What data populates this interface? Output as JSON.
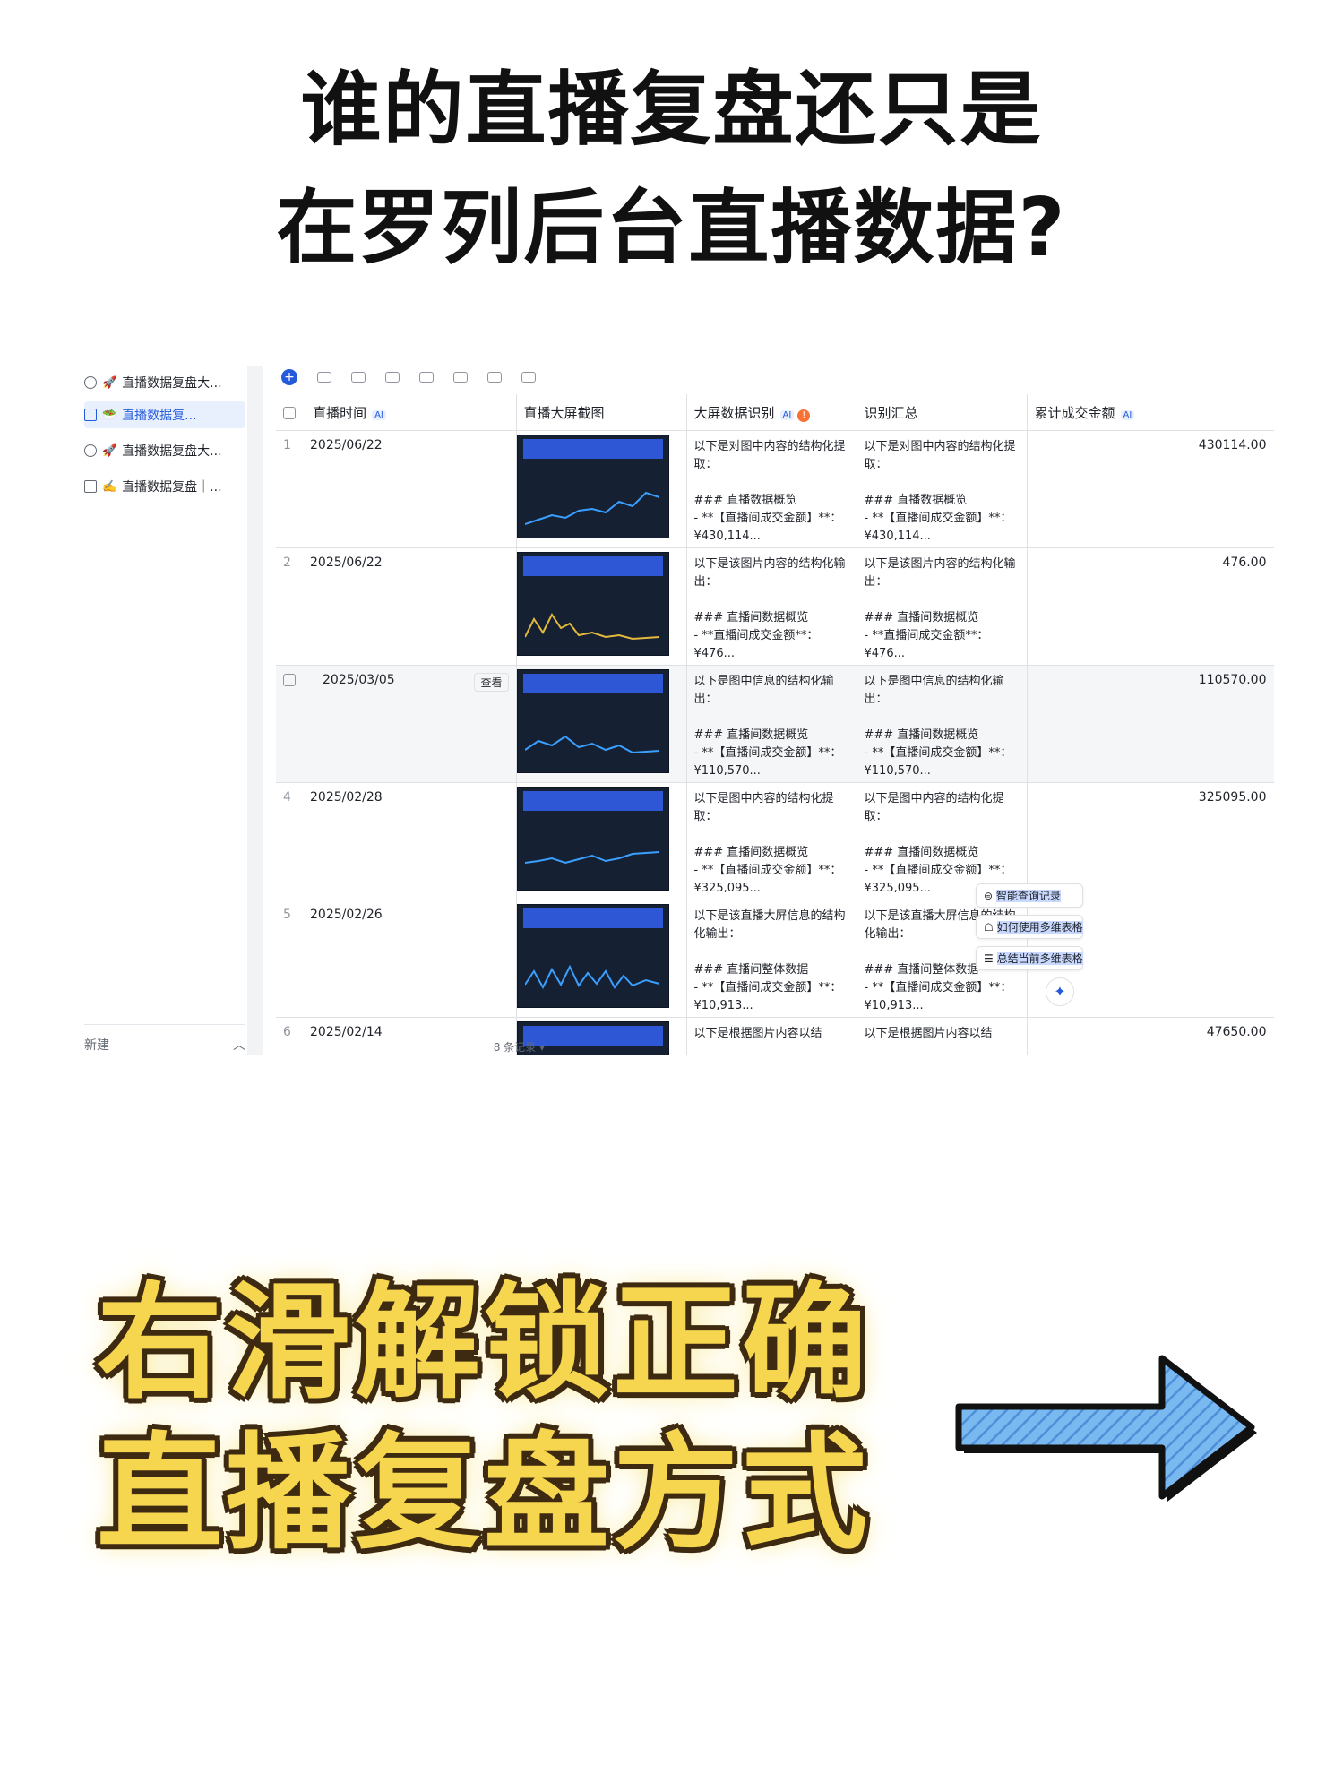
{
  "headline": {
    "line1": "谁的直播复盘还只是",
    "line2": "在罗列后台直播数据?"
  },
  "sidebar": {
    "items": [
      {
        "icon": "clock-icon",
        "emoji": "🚀",
        "label": "直播数据复盘大..."
      },
      {
        "icon": "table-icon",
        "emoji": "🥗",
        "label": "直播数据复...",
        "active": true
      },
      {
        "icon": "clock-icon",
        "emoji": "🚀",
        "label": "直播数据复盘大..."
      },
      {
        "icon": "table-icon",
        "emoji": "✍️",
        "label": "直播数据复盘｜..."
      }
    ],
    "footer_label": "新建",
    "footer_icon": "chevron-up-icon"
  },
  "table": {
    "columns": [
      {
        "label": "直播时间",
        "ai": "AI"
      },
      {
        "label": "直播大屏截图"
      },
      {
        "label": "大屏数据识别",
        "ai": "AI",
        "warn": "!"
      },
      {
        "label": "识别汇总"
      },
      {
        "label": "累计成交金额",
        "ai": "AI"
      }
    ],
    "rows": [
      {
        "num": "1",
        "date": "2025/06/22",
        "recognition": "以下是对图中内容的结构化提取：\n\n### 直播数据概览\n- **【直播间成交金额】**：¥430,114...",
        "summary": "以下是对图中内容的结构化提取：\n\n### 直播数据概览\n- **【直播间成交金额】**：¥430,114...",
        "amount": "430114.00"
      },
      {
        "num": "2",
        "date": "2025/06/22",
        "recognition": "以下是该图片内容的结构化输出：\n\n### 直播间数据概览\n- **直播间成交金额**：¥476...",
        "summary": "以下是该图片内容的结构化输出：\n\n### 直播间数据概览\n- **直播间成交金额**：¥476...",
        "amount": "476.00"
      },
      {
        "num": "",
        "date": "2025/03/05",
        "view": "查看",
        "recognition": "以下是图中信息的结构化输出：\n\n### 直播间数据概览\n- **【直播间成交金额】**：¥110,570...",
        "summary": "以下是图中信息的结构化输出：\n\n### 直播间数据概览\n- **【直播间成交金额】**：¥110,570...",
        "amount": "110570.00"
      },
      {
        "num": "4",
        "date": "2025/02/28",
        "recognition": "以下是图中内容的结构化提取：\n\n### 直播间数据概览\n- **【直播间成交金额】**：¥325,095...",
        "summary": "以下是图中内容的结构化提取：\n\n### 直播间数据概览\n- **【直播间成交金额】**：¥325,095...",
        "amount": "325095.00"
      },
      {
        "num": "5",
        "date": "2025/02/26",
        "recognition": "以下是该直播大屏信息的结构化输出：\n\n### 直播间整体数据\n- **【直播间成交金额】**：¥10,913...",
        "summary": "以下是该直播大屏信息的结构化输出：\n\n### 直播间整体数据\n- **【直播间成交金额】**：¥10,913...",
        "amount": ""
      },
      {
        "num": "6",
        "date": "2025/02/14",
        "recognition": "以下是根据图片内容以结",
        "summary": "以下是根据图片内容以结",
        "amount": "47650.00"
      }
    ],
    "record_count": "8 条记录"
  },
  "ai_panel": {
    "chips": [
      "智能查询记录",
      "如何使用多维表格",
      "总结当前多维表格"
    ]
  },
  "promo": {
    "line1": "右滑解锁正确",
    "line2": "直播复盘方式"
  },
  "colors": {
    "accent": "#245bdb",
    "promo_fill": "#f6d54f",
    "arrow_fill": "#7ab8f0"
  }
}
